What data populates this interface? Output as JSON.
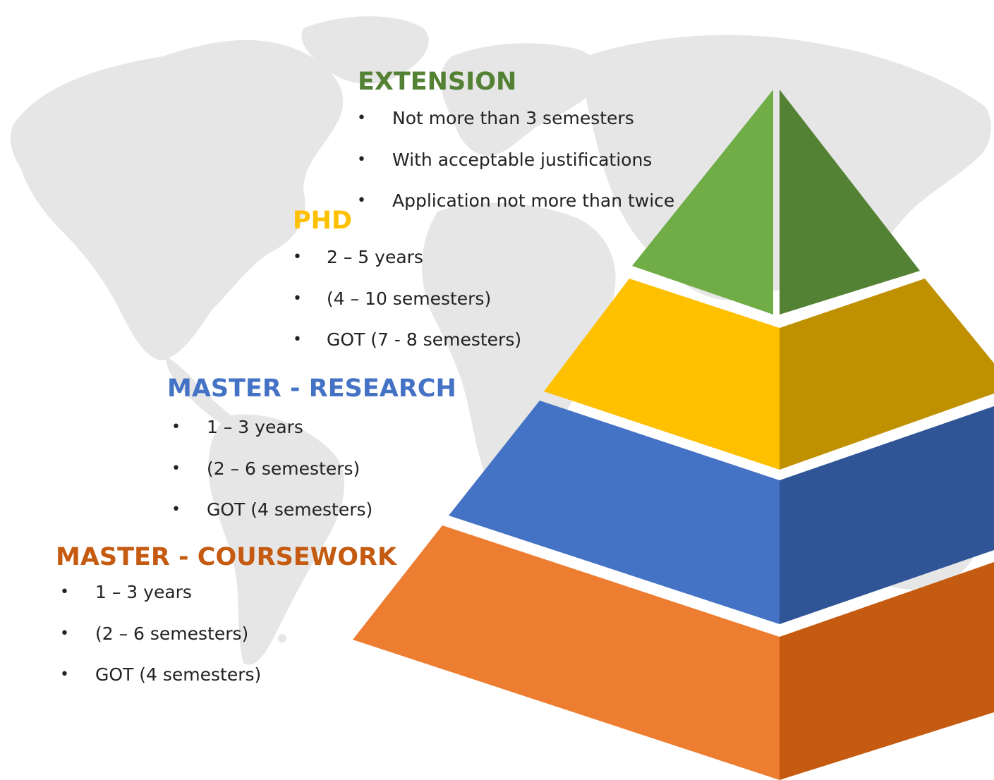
{
  "colors": {
    "map": "#e6e6e6",
    "extension": "#548235",
    "phd": "#ffc000",
    "research": "#4472c4",
    "coursework": "#c55a11"
  },
  "tiers": {
    "extension": {
      "title": "EXTENSION",
      "items": [
        "Not more than 3 semesters",
        "With acceptable justifications",
        "Application not more than twice"
      ]
    },
    "phd": {
      "title": "PHD",
      "items": [
        "2 – 5 years",
        "(4 – 10 semesters)",
        "GOT (7 - 8 semesters)"
      ]
    },
    "research": {
      "title": "MASTER - RESEARCH",
      "items": [
        "1 – 3 years",
        "(2 – 6 semesters)",
        "GOT (4 semesters)"
      ]
    },
    "coursework": {
      "title": "MASTER - COURSEWORK",
      "items": [
        "1 – 3 years",
        "(2 – 6 semesters)",
        "GOT (4 semesters)"
      ]
    }
  },
  "pyramid_levels": [
    "extension",
    "phd",
    "research",
    "coursework"
  ]
}
